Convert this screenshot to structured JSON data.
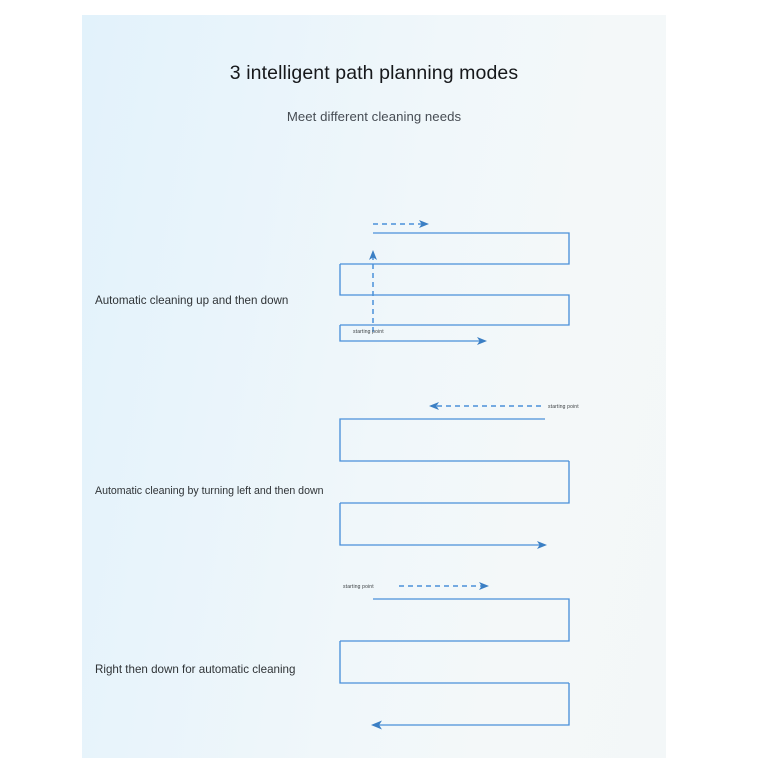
{
  "page": {
    "background_color": "#ffffff",
    "panel_gradient_from": "#e2f2fb",
    "panel_gradient_to": "#f3f7f8",
    "line_color": "#4a90d9",
    "arrow_color": "#3b7fc4",
    "title_color": "#16181b",
    "subtitle_color": "#474d54"
  },
  "header": {
    "title": "3 intelligent path planning modes",
    "subtitle": "Meet different cleaning needs"
  },
  "modes": [
    {
      "label": "Automatic cleaning up and then down",
      "starting_point_label": "starting point",
      "diagram": {
        "type": "serpentine-path",
        "start_corner": "bottom-left",
        "entry_direction": "up",
        "exit_direction": "right",
        "dashed_guide": "right",
        "rows": 3
      }
    },
    {
      "label": "Automatic cleaning by turning left and then down",
      "starting_point_label": "starting point",
      "diagram": {
        "type": "serpentine-path",
        "start_corner": "top-right",
        "entry_direction": "left",
        "exit_direction": "right",
        "dashed_guide": "left",
        "rows": 3
      }
    },
    {
      "label": "Right then down for automatic cleaning",
      "starting_point_label": "starting point",
      "diagram": {
        "type": "serpentine-path",
        "start_corner": "top-left",
        "entry_direction": "right",
        "exit_direction": "left",
        "dashed_guide": "right",
        "rows": 3
      }
    }
  ]
}
